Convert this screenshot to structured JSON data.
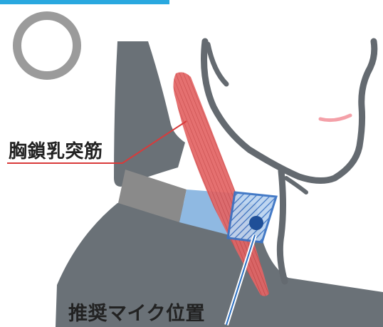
{
  "labels": {
    "muscle": "胸鎖乳突筋",
    "mic_position": "推奨マイク位置"
  },
  "indicator": {
    "symbol": "circle",
    "meaning": "recommended"
  },
  "colors": {
    "top_bar": "#29a8df",
    "circle": "#9b9b9b",
    "skin_outline": "#646a70",
    "muscle": "#e05a5a",
    "muscle_stripe": "#c23c3c",
    "band_gray": "#8a8a8a",
    "band_blue": "#8fb9e2",
    "mic_hatch": "#3b73c4",
    "mic_dot": "#1f4f98",
    "lip": "#f4a0a8",
    "leader_red": "#d93a3a",
    "leader_blue": "#2a6fc2"
  }
}
